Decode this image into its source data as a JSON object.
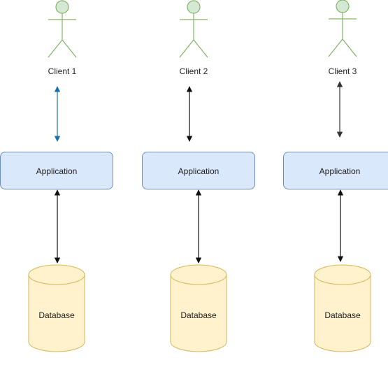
{
  "columns": [
    {
      "client_label": "Client 1",
      "app_label": "Application",
      "db_label": "Database",
      "client_link_color": "#1f6ea8"
    },
    {
      "client_label": "Client 2",
      "app_label": "Application",
      "db_label": "Database",
      "client_link_color": "#111111"
    },
    {
      "client_label": "Client 3",
      "app_label": "Application",
      "db_label": "Database",
      "client_link_color": "#333333"
    }
  ],
  "colors": {
    "actor_stroke": "#82b366",
    "actor_fill": "#d5e8d4",
    "app_fill": "#dae8fc",
    "app_stroke": "#6c8ebf",
    "db_fill": "#fff2cc",
    "db_stroke": "#d6b656",
    "link": "#111111"
  },
  "icons": {
    "actor": "person-actor-icon",
    "database": "database-cylinder-icon"
  }
}
